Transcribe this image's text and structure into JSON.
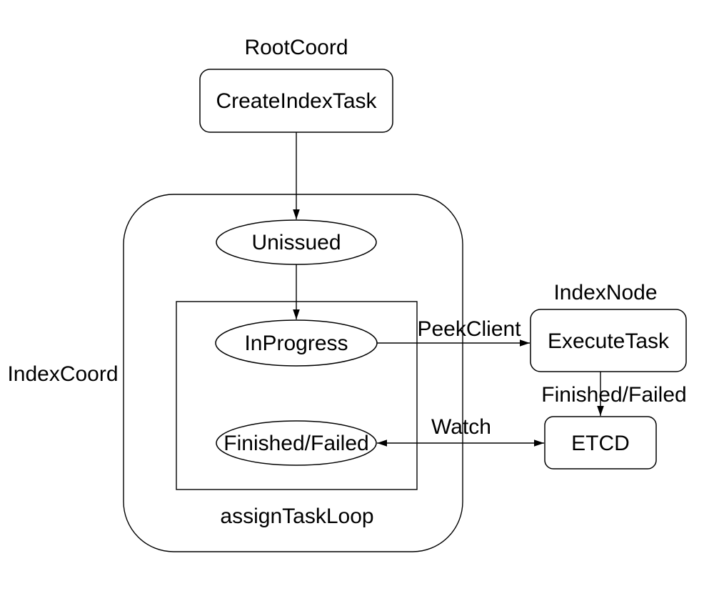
{
  "canvas": {
    "background": "#ffffff",
    "stroke_color": "#000000",
    "text_color": "#000000"
  },
  "group_labels": {
    "root_coord": "RootCoord",
    "index_coord": "IndexCoord",
    "index_node": "IndexNode",
    "assign_task_loop": "assignTaskLoop"
  },
  "nodes": {
    "create_index_task": "CreateIndexTask",
    "unissued": "Unissued",
    "in_progress": "InProgress",
    "finished_failed": "Finished/Failed",
    "execute_task": "ExecuteTask",
    "etcd": "ETCD"
  },
  "edge_labels": {
    "peek_client": "PeekClient",
    "finished_failed": "Finished/Failed",
    "watch": "Watch"
  }
}
